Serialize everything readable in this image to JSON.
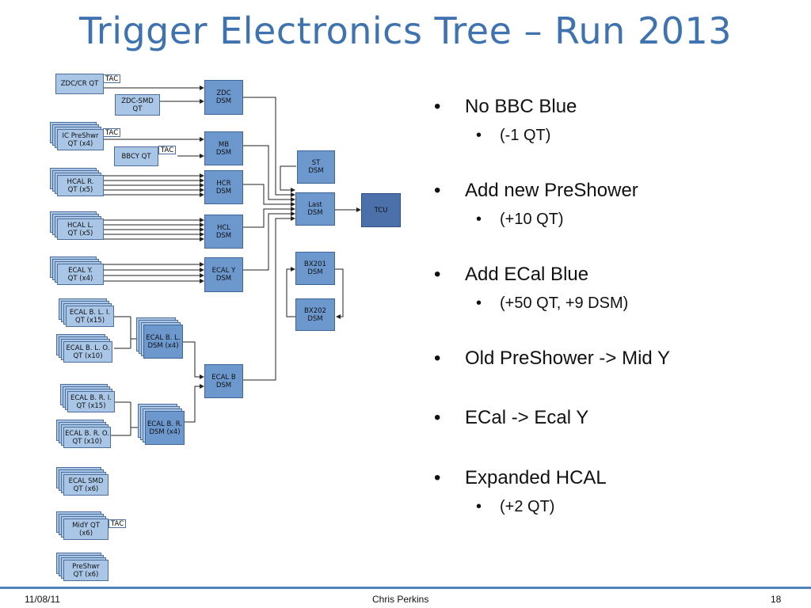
{
  "slide": {
    "title": "Trigger Electronics Tree – Run 2013",
    "bullets": [
      {
        "text": "No BBC Blue",
        "sub": [
          "(-1 QT)"
        ]
      },
      {
        "text": "Add new PreShower",
        "sub": [
          "(+10 QT)"
        ]
      },
      {
        "text": "Add ECal Blue",
        "sub": [
          "(+50 QT, +9 DSM)"
        ]
      },
      {
        "text": "Old PreShower -> Mid Y",
        "sub": []
      },
      {
        "text": "ECal -> Ecal Y",
        "sub": []
      },
      {
        "text": "Expanded HCAL",
        "sub": [
          "(+2 QT)"
        ]
      }
    ],
    "footer": {
      "date": "11/08/11",
      "author": "Chris Perkins",
      "page": "18"
    }
  },
  "diagram": {
    "qt_boxes": [
      {
        "id": "zdc-cr-qt",
        "lines": [
          "ZDC/CR QT"
        ],
        "tac": "TAC"
      },
      {
        "id": "zdc-smd-qt",
        "lines": [
          "ZDC-SMD",
          "QT"
        ]
      },
      {
        "id": "ic-preshwr-qt",
        "lines": [
          "IC PreShwr",
          "QT  (x4)"
        ],
        "tac": "TAC"
      },
      {
        "id": "bbcy-qt",
        "lines": [
          "BBCY QT"
        ],
        "tac": "TAC"
      },
      {
        "id": "hcal-r-qt",
        "lines": [
          "HCAL  R.",
          "QT (x5)"
        ]
      },
      {
        "id": "hcal-l-qt",
        "lines": [
          "HCAL  L.",
          "QT (x5)"
        ]
      },
      {
        "id": "ecal-y-qt",
        "lines": [
          "ECAL  Y.",
          "QT (x4)"
        ]
      },
      {
        "id": "ecal-bli-qt",
        "lines": [
          "ECAL B. L. I.",
          "QT  (x15)"
        ]
      },
      {
        "id": "ecal-blo-qt",
        "lines": [
          "ECAL B. L. O.",
          "QT  (x10)"
        ]
      },
      {
        "id": "ecal-bri-qt",
        "lines": [
          "ECAL B. R. I.",
          "QT  (x15)"
        ]
      },
      {
        "id": "ecal-bro-qt",
        "lines": [
          "ECAL B. R. O.",
          "QT  (x10)"
        ]
      },
      {
        "id": "ecal-smd-qt",
        "lines": [
          "ECAL SMD",
          "QT  (x6)"
        ]
      },
      {
        "id": "midy-qt",
        "lines": [
          "MidY QT",
          "(x6)"
        ],
        "tac": "TAC"
      },
      {
        "id": "preshwr-qt",
        "lines": [
          "PreShwr",
          "QT   (x6)"
        ]
      }
    ],
    "dsm_boxes": [
      {
        "id": "zdc-dsm",
        "lines": [
          "ZDC",
          "DSM"
        ]
      },
      {
        "id": "mb-dsm",
        "lines": [
          "MB",
          "DSM"
        ]
      },
      {
        "id": "hcr-dsm",
        "lines": [
          "HCR",
          "DSM"
        ]
      },
      {
        "id": "hcl-dsm",
        "lines": [
          "HCL",
          "DSM"
        ]
      },
      {
        "id": "ecal-y-dsm",
        "lines": [
          "ECAL Y",
          "DSM"
        ]
      },
      {
        "id": "ecal-bl-dsm",
        "lines": [
          "ECAL B. L.",
          "DSM  (x4)"
        ]
      },
      {
        "id": "ecal-br-dsm",
        "lines": [
          "ECAL B. R.",
          "DSM  (x4)"
        ]
      },
      {
        "id": "ecal-b-dsm",
        "lines": [
          "ECAL B",
          "DSM"
        ]
      },
      {
        "id": "st-dsm",
        "lines": [
          "ST",
          "DSM"
        ]
      },
      {
        "id": "last-dsm",
        "lines": [
          "Last",
          "DSM"
        ]
      },
      {
        "id": "bx201-dsm",
        "lines": [
          "BX201",
          "DSM"
        ]
      },
      {
        "id": "bx202-dsm",
        "lines": [
          "BX202",
          "DSM"
        ]
      },
      {
        "id": "tcu",
        "lines": [
          "TCU"
        ]
      }
    ]
  }
}
